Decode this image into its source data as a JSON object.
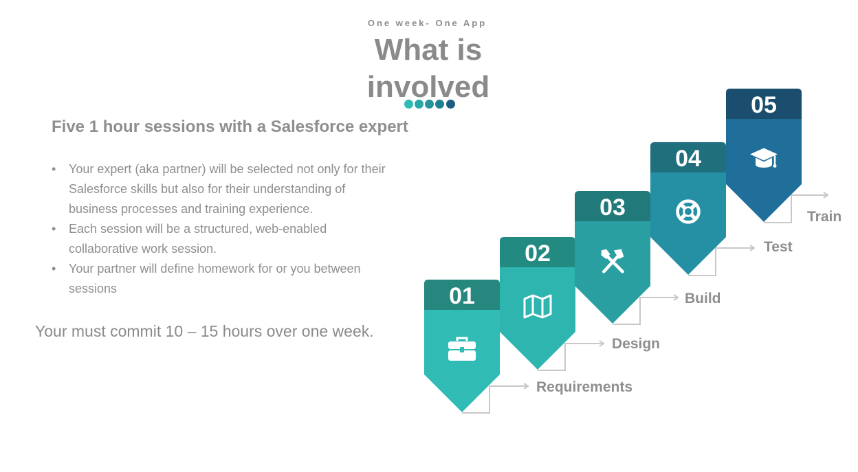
{
  "header": {
    "subtitle": "One week- One App",
    "title_line1": "What is",
    "title_line2": "involved",
    "dot_colors": [
      "#2fbab3",
      "#2aa7aa",
      "#269498",
      "#1f7f94",
      "#1c5d82"
    ]
  },
  "content": {
    "heading": "Five 1 hour sessions with a Salesforce expert",
    "bullet_char": "•",
    "bullets": [
      [
        "Your expert (aka partner) will be selected not only for their",
        "Salesforce skills but also for their understanding of",
        "business processes and training experience."
      ],
      [
        "Each session will be a structured, web-enabled",
        "collaborative work session."
      ],
      [
        "Your partner will define homework for or you between",
        "sessions"
      ]
    ],
    "commit": "Your must commit 10 – 15 hours over one week."
  },
  "steps": [
    {
      "number": "01",
      "label": "Requirements",
      "icon": "toolbox-icon",
      "header_color": "#25877d",
      "body_color": "#30bcb4"
    },
    {
      "number": "02",
      "label": "Design",
      "icon": "map-icon",
      "header_color": "#238a82",
      "body_color": "#2fb5b0"
    },
    {
      "number": "03",
      "label": "Build",
      "icon": "tools-icon",
      "header_color": "#217a79",
      "body_color": "#2a9fa2"
    },
    {
      "number": "04",
      "label": "Test",
      "icon": "life-ring-icon",
      "header_color": "#1f6f7d",
      "body_color": "#2590a4"
    },
    {
      "number": "05",
      "label": "Train",
      "icon": "graduation-cap-icon",
      "header_color": "#1a4d6e",
      "body_color": "#206e9a"
    }
  ]
}
